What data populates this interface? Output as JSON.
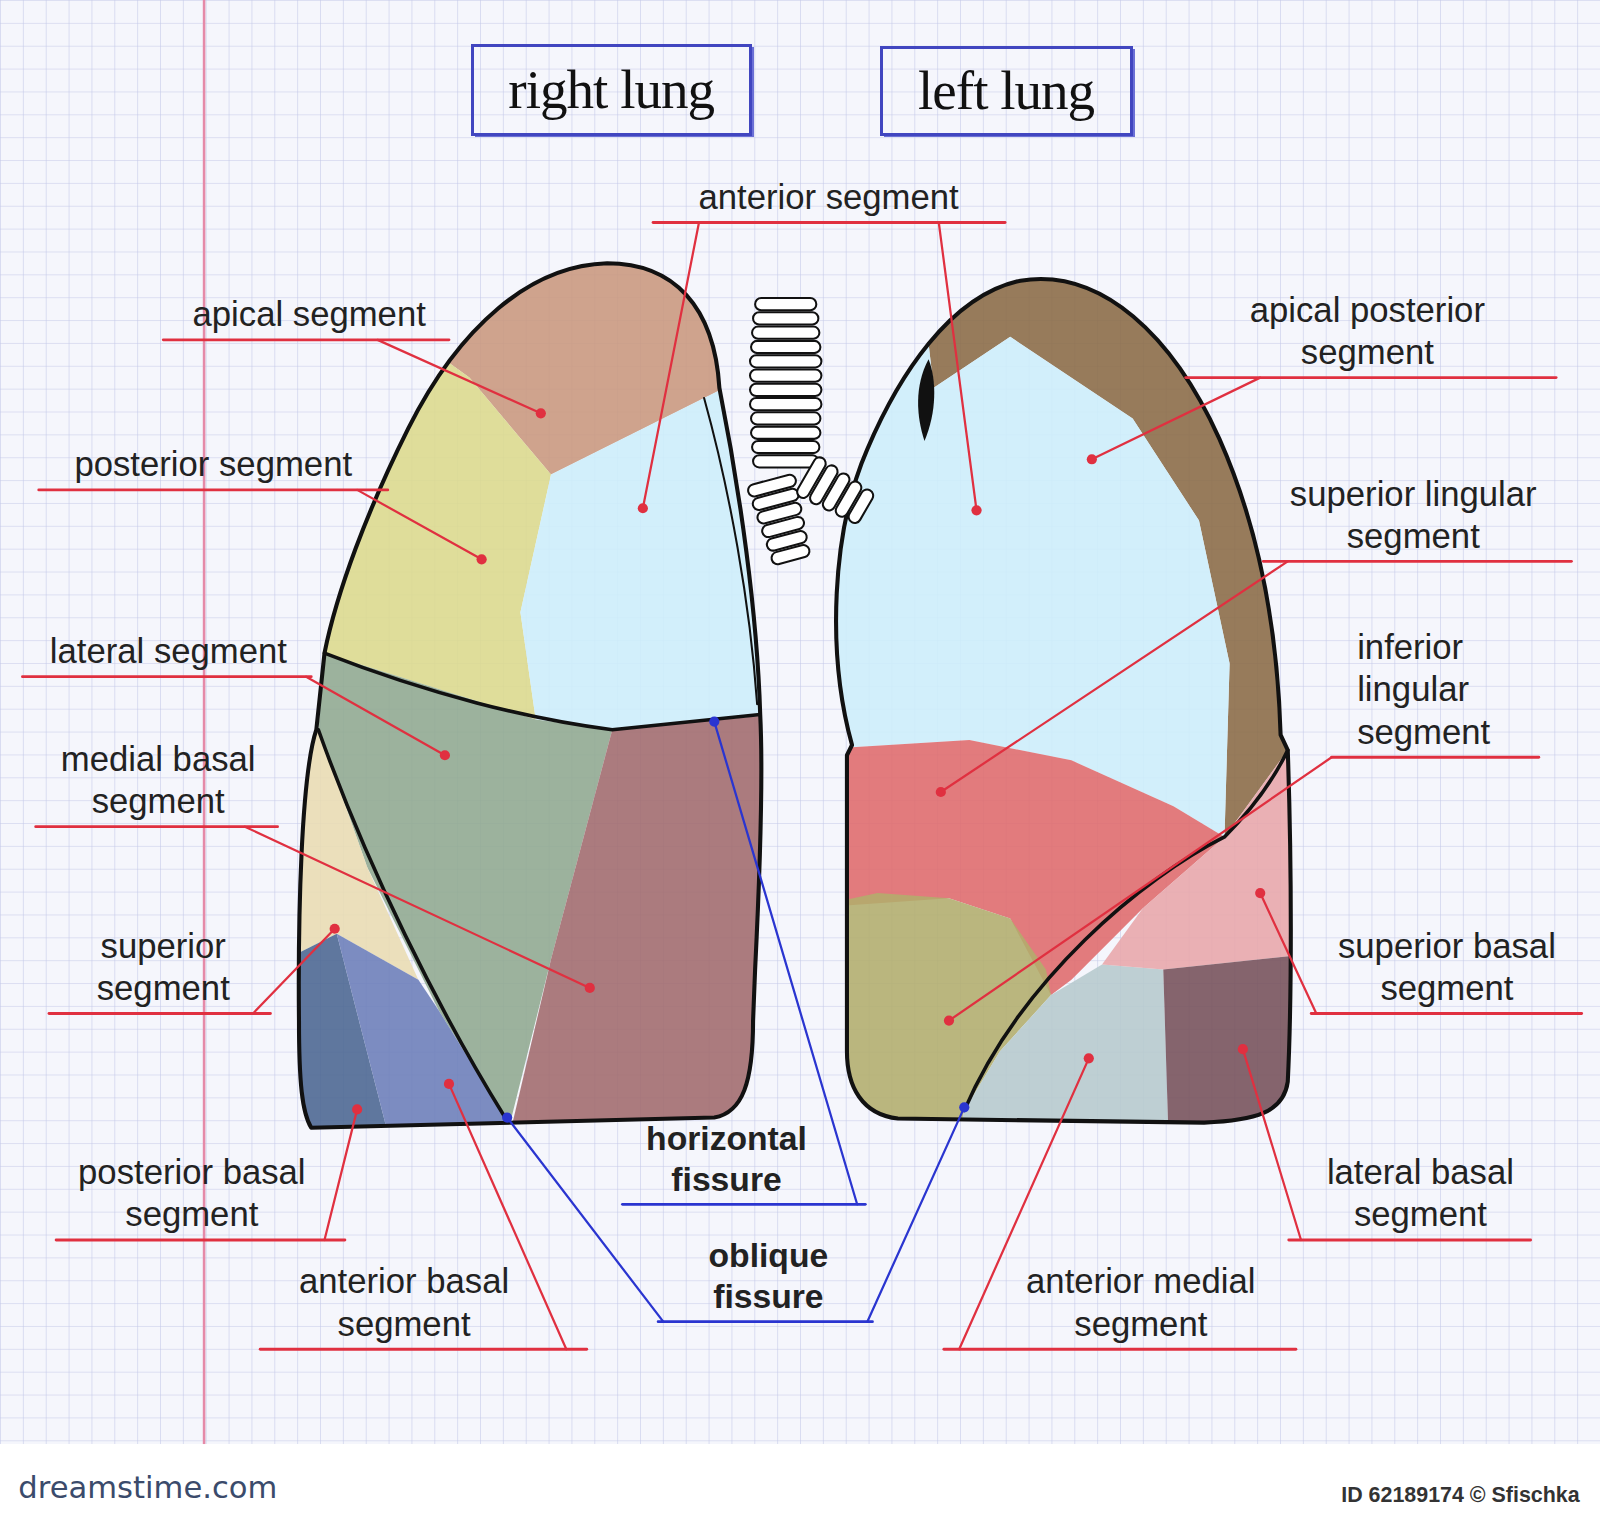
{
  "diagram": {
    "nodes": [
      {
        "text": [
          "right lung"
        ]
      },
      {
        "text": [
          "left lung"
        ]
      }
    ],
    "labels": [
      "anterior segment",
      "apical segment",
      "apical posterior segment",
      "posterior segment",
      "superior lingular segment",
      "lateral segment",
      "inferior lingular segment",
      "medial basal segment",
      "superior segment",
      "superior basal segment",
      "posterior basal segment",
      "horizontal fissure",
      "lateral basal segment",
      "anterior basal segment",
      "oblique fissure",
      "anterior medial segment",
      "dreamstime.com",
      "ID 62189174 © Sfischka"
    ]
  }
}
